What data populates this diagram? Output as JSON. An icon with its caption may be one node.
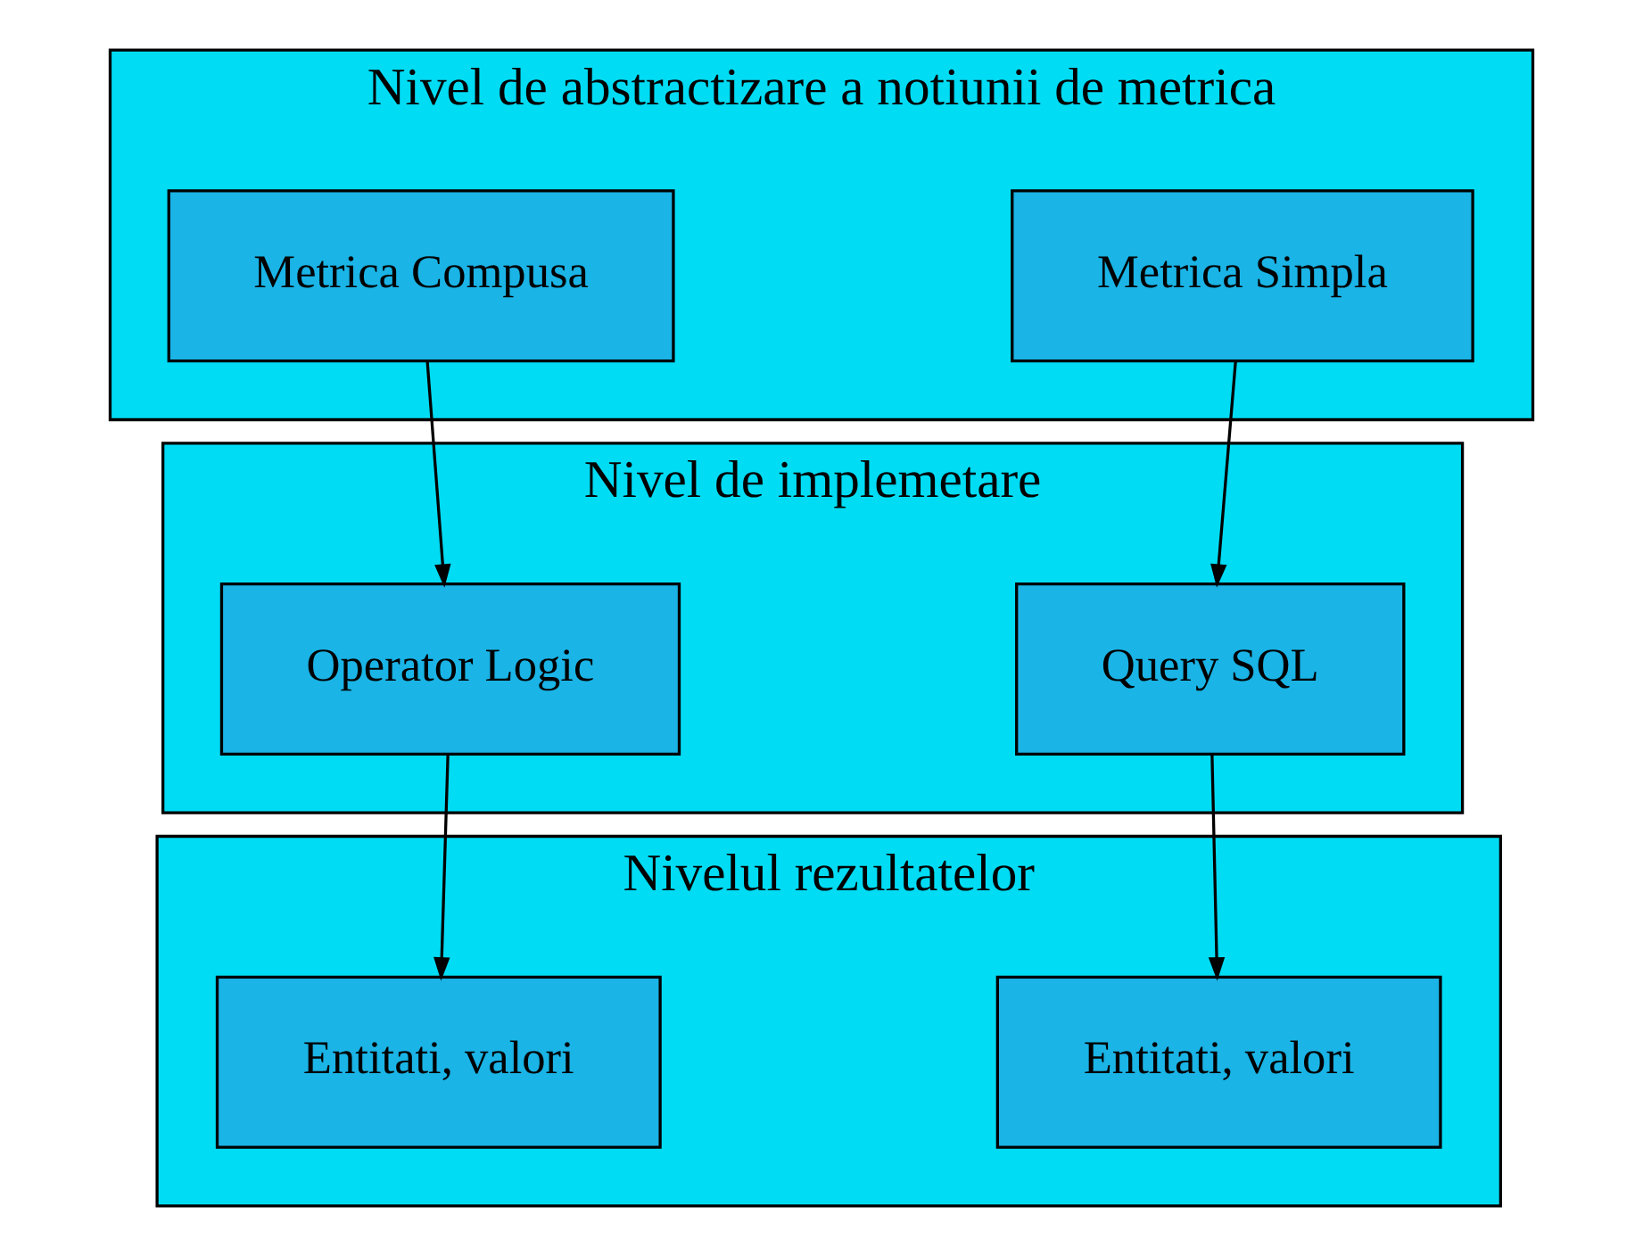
{
  "diagram": {
    "nodes": [
      {
        "text": [
          "Nivel de abstractizare a notiunii de metrica"
        ]
      },
      {
        "text": [
          "Metrica Simpla"
        ],
        "in": 0
      },
      {
        "text": [
          "Metrica Compusa"
        ],
        "in": 0
      },
      {
        "text": [
          "Nivel de implemetare"
        ]
      },
      {
        "text": [
          "Query SQL"
        ],
        "in": 3
      },
      {
        "text": [
          "Operator Logic"
        ],
        "in": 3
      },
      {
        "text": [
          "Nivelul rezultatelor"
        ]
      },
      {
        "text": [
          "Entitati, valori"
        ],
        "in": 6
      },
      {
        "text": [
          "Entitati, valori"
        ],
        "in": 6
      }
    ],
    "edges": [
      {
        "from": 1,
        "to": 4,
        "arrow": "to"
      },
      {
        "from": 2,
        "to": 5,
        "arrow": "to"
      },
      {
        "from": 4,
        "to": 7,
        "arrow": "to"
      },
      {
        "from": 5,
        "to": 8,
        "arrow": "to"
      }
    ]
  }
}
